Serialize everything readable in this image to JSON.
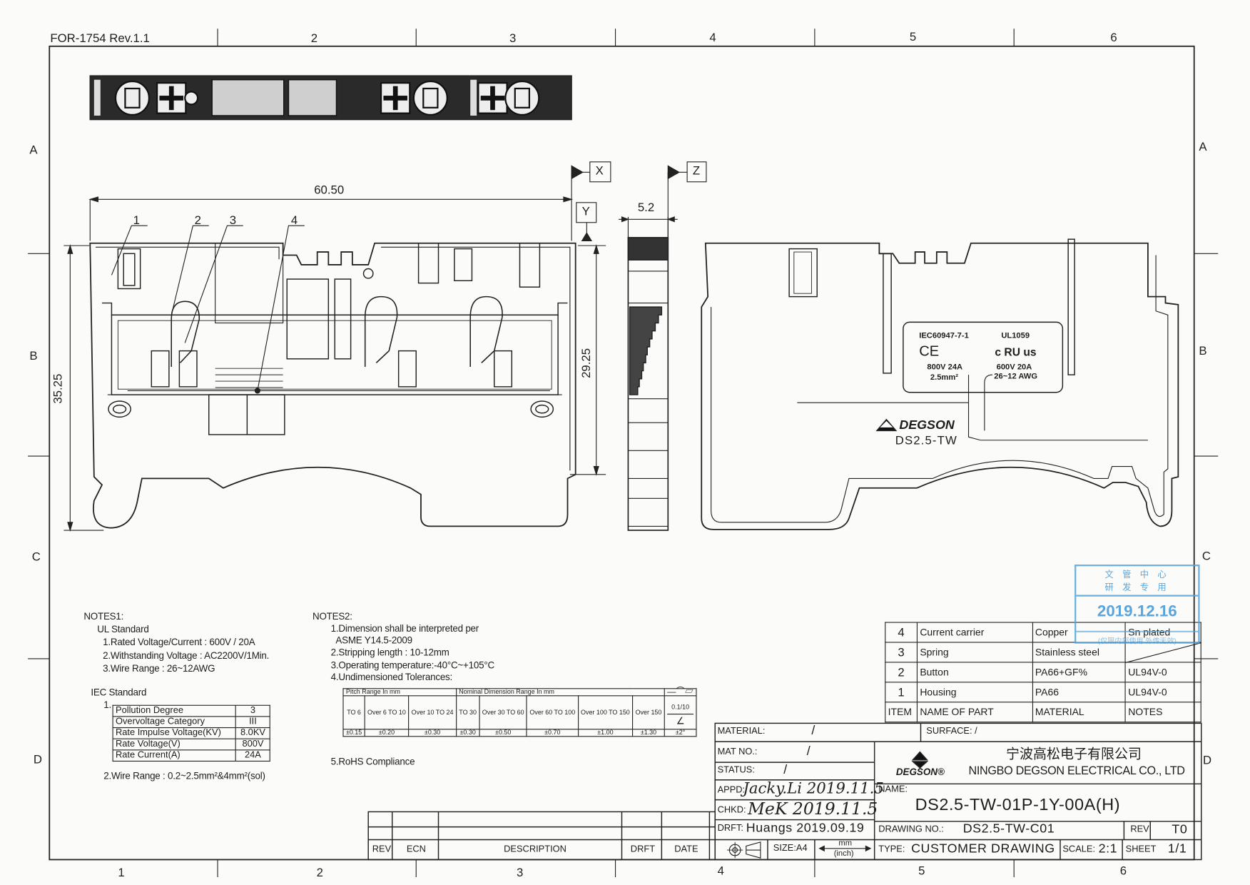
{
  "header": {
    "form_id": "FOR-1754 Rev.1.1"
  },
  "grid": {
    "top_columns": [
      "2",
      "3",
      "4",
      "5",
      "6"
    ],
    "bottom_columns": [
      "1",
      "2",
      "3",
      "4",
      "5",
      "6"
    ],
    "rows": [
      "A",
      "B",
      "C",
      "D"
    ]
  },
  "datums": {
    "x": "X",
    "y": "Y",
    "z": "Z"
  },
  "dimensions": {
    "overall_length": "60.50",
    "total_height": "35.25",
    "body_height": "29.25",
    "thickness": "5.2"
  },
  "callouts": [
    "1",
    "2",
    "3",
    "4"
  ],
  "product_label": {
    "iec_std": "IEC60947-7-1",
    "ce_mark": "CE",
    "iec_rating": "800V 24A",
    "iec_size": "2.5mm²",
    "ul_std": "UL1059",
    "ul_mark": "c RU us",
    "ul_rating": "600V 20A",
    "ul_range": "26~12 AWG",
    "brand": "DEGSON",
    "model": "DS2.5-TW"
  },
  "notes1": {
    "title": "NOTES1:",
    "ul_title": "UL Standard",
    "ul_items": [
      "1.Rated Voltage/Current : 600V / 20A",
      "2.Withstanding Voltage : AC2200V/1Min.",
      "3.Wire Range : 26~12AWG"
    ],
    "iec_title": "IEC Standard",
    "iec_item1": "1.",
    "iec_table": [
      [
        "Pollution Degree",
        "3"
      ],
      [
        "Overvoltage Category",
        "III"
      ],
      [
        "Rate Impulse Voltage(KV)",
        "8.0KV"
      ],
      [
        "Rate Voltage(V)",
        "800V"
      ],
      [
        "Rate Current(A)",
        "24A"
      ]
    ],
    "iec_item2": "2.Wire Range : 0.2~2.5mm²&4mm²(sol)"
  },
  "notes2": {
    "title": "NOTES2:",
    "items": [
      "1.Dimension shall be interpreted per",
      "ASME Y14.5-2009",
      "2.Stripping length : 10-12mm",
      "3.Operating temperature:-40°C~+105°C",
      "4.Undimensioned Tolerances:"
    ],
    "tolerance_table": {
      "pitch_header": "Pitch Range In mm",
      "nominal_header": "Nominal Dimension Range In mm",
      "symbols": [
        "—",
        "⌒",
        "▱"
      ],
      "ranges": [
        "TO 6",
        "Over 6 TO 10",
        "Over 10 TO 24",
        "TO 30",
        "Over 30 TO 60",
        "Over 60 TO 100",
        "Over 100 TO 150",
        "Over 150"
      ],
      "values": [
        "±0.15",
        "±0.20",
        "±0.30",
        "±0.30",
        "±0.50",
        "±0.70",
        "±1.00",
        "±1.30"
      ],
      "flatness": "0.1/10",
      "angle_symbol": "∠",
      "angle_tol": "±2°"
    },
    "rohs": "5.RoHS Compliance"
  },
  "parts_table": {
    "rows": [
      {
        "item": "4",
        "name": "Current carrier",
        "material": "Copper",
        "notes": "Sn plated"
      },
      {
        "item": "3",
        "name": "Spring",
        "material": "Stainless steel",
        "notes": ""
      },
      {
        "item": "2",
        "name": "Button",
        "material": "PA66+GF%",
        "notes": "UL94V-0"
      },
      {
        "item": "1",
        "name": "Housing",
        "material": "PA66",
        "notes": "UL94V-0"
      }
    ],
    "headers": {
      "item": "ITEM",
      "name": "NAME OF PART",
      "material": "MATERIAL",
      "notes": "NOTES"
    }
  },
  "title_block": {
    "material_label": "MATERIAL:",
    "material_value": "/",
    "mat_no_label": "MAT NO.:",
    "mat_no_value": "/",
    "status_label": "STATUS:",
    "status_value": "/",
    "appd_label": "APPD:",
    "appd_signature": "Jacky.Li 2019.11.5",
    "chkd_label": "CHKD:",
    "chkd_signature": "MeK 2019.11.5",
    "drft_label": "DRFT:",
    "drft_value": "Huangs 2019.09.19",
    "size_label": "SIZE:A4",
    "unit_top": "mm",
    "unit_bottom": "(inch)",
    "surface_label": "SURFACE: /",
    "company_cn": "宁波高松电子有限公司",
    "company_en": "NINGBO DEGSON ELECTRICAL CO., LTD",
    "logo_text": "DEGSON®",
    "name_label": "NAME:",
    "name_value": "DS2.5-TW-01P-1Y-00A(H)",
    "drawing_no_label": "DRAWING NO.:",
    "drawing_no_value": "DS2.5-TW-C01",
    "rev_label": "REV",
    "rev_value": "T0",
    "type_label": "TYPE:",
    "type_value": "CUSTOMER DRAWING",
    "scale_label": "SCALE:",
    "scale_value": "2:1",
    "sheet_label": "SHEET",
    "sheet_value": "1/1"
  },
  "revision_block": {
    "headers": [
      "REV",
      "ECN",
      "DESCRIPTION",
      "DRFT",
      "DATE"
    ]
  },
  "stamp": {
    "line1": "文 管 中 心",
    "line2": "研 发 专 用",
    "date": "2019.12.16",
    "footer": "(仅限内部使用 外传无效)"
  }
}
